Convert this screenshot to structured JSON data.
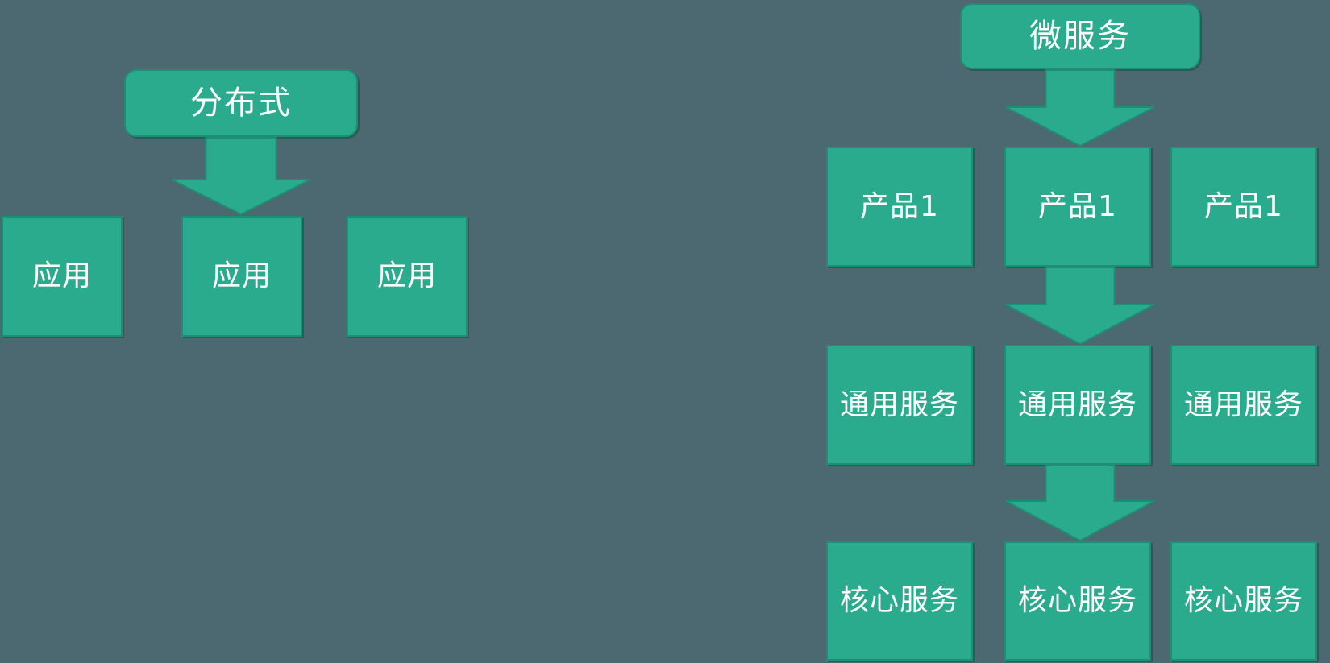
{
  "page": {
    "background": "#4C6870"
  },
  "colors": {
    "shape_fill": "#2AAB8D",
    "shape_edge": "#1E8F74",
    "shape_shadow": "rgba(10,70,54,0.45)",
    "text": "#FFFFFF"
  },
  "left_group": {
    "root_label": "分布式",
    "children": [
      {
        "label": "应用"
      },
      {
        "label": "应用"
      },
      {
        "label": "应用"
      }
    ]
  },
  "right_group": {
    "root_label": "微服务",
    "rows": [
      {
        "cells": [
          {
            "label": "产品1"
          },
          {
            "label": "产品1"
          },
          {
            "label": "产品1"
          }
        ]
      },
      {
        "cells": [
          {
            "label": "通用服务"
          },
          {
            "label": "通用服务"
          },
          {
            "label": "通用服务"
          }
        ]
      },
      {
        "cells": [
          {
            "label": "核心服务"
          },
          {
            "label": "核心服务"
          },
          {
            "label": "核心服务"
          }
        ]
      }
    ]
  }
}
